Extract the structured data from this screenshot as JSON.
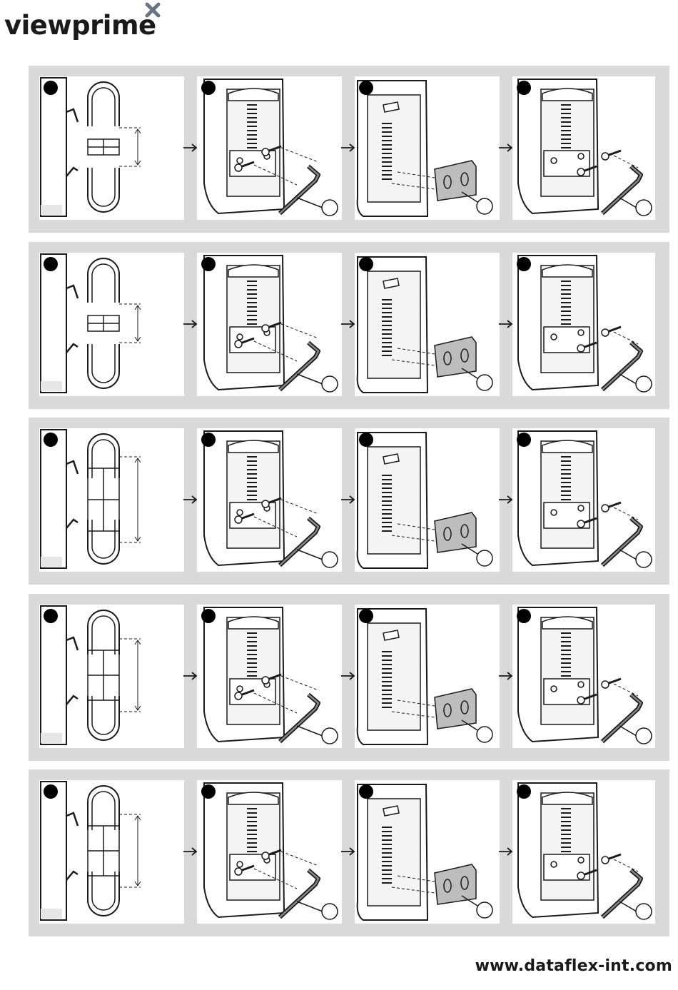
{
  "brand": {
    "name": "viewprime",
    "mark": "x-mark-icon",
    "accent": "#6b7480"
  },
  "footer": {
    "website": "www.dataflex-int.com"
  },
  "colors": {
    "frame": "#d9d9d9",
    "panel": "#ffffff",
    "line": "#1a1a1a",
    "bracket_fill": "#bdbdbd"
  },
  "rows": [
    {
      "variant": "1",
      "profile": "short-gap",
      "panels": [
        "profile-measure",
        "remove-screws",
        "attach-bracket",
        "fasten-screws"
      ]
    },
    {
      "variant": "2",
      "profile": "short-gap",
      "panels": [
        "profile-measure",
        "remove-screws",
        "attach-bracket",
        "fasten-screws"
      ]
    },
    {
      "variant": "3",
      "profile": "long-gap",
      "panels": [
        "profile-measure",
        "remove-screws",
        "attach-bracket",
        "fasten-screws"
      ]
    },
    {
      "variant": "4",
      "profile": "medium-gap",
      "panels": [
        "profile-measure",
        "remove-screws",
        "attach-bracket",
        "fasten-screws"
      ]
    },
    {
      "variant": "5",
      "profile": "medium-gap",
      "panels": [
        "profile-measure",
        "remove-screws",
        "attach-bracket",
        "fasten-screws"
      ]
    }
  ]
}
